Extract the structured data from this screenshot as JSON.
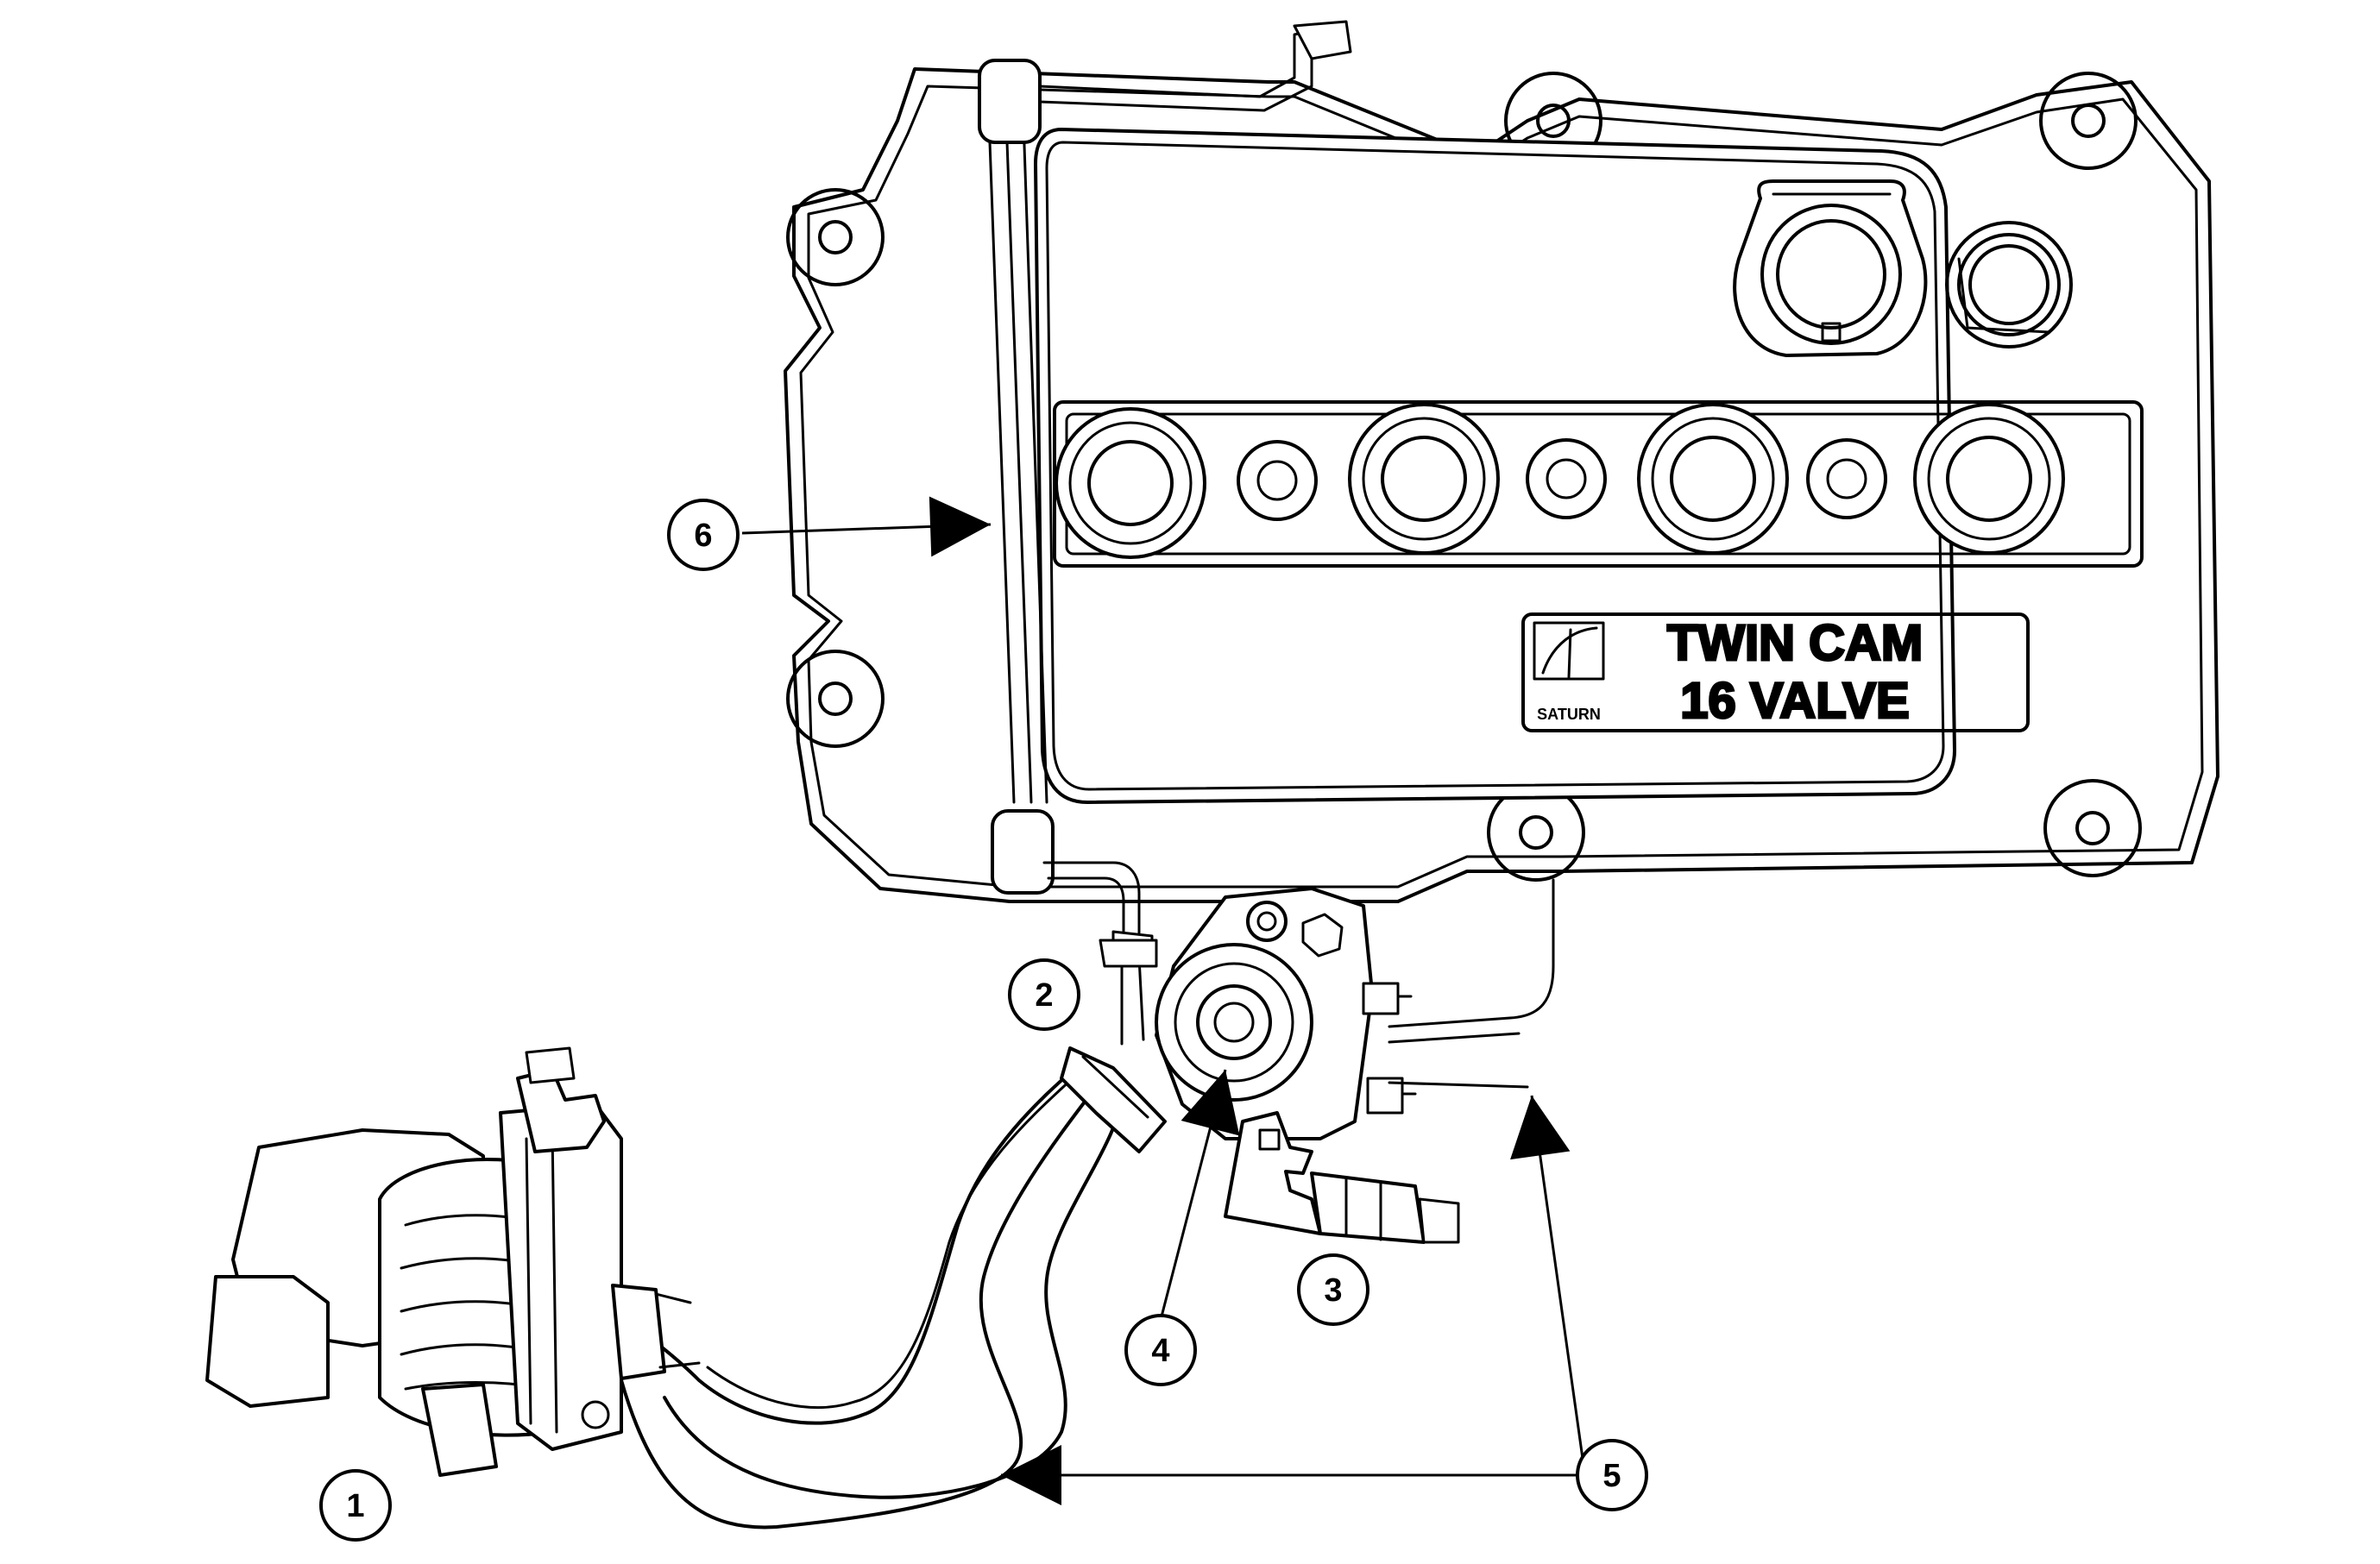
{
  "emblem": {
    "brand": "SATURN",
    "line1": "TWIN CAM",
    "line2": "16 VALVE"
  },
  "callouts": [
    {
      "id": "1",
      "label": "1"
    },
    {
      "id": "2",
      "label": "2"
    },
    {
      "id": "3",
      "label": "3"
    },
    {
      "id": "4",
      "label": "4"
    },
    {
      "id": "5",
      "label": "5"
    },
    {
      "id": "6",
      "label": "6"
    }
  ],
  "colors": {
    "line": "#000000",
    "fill": "#ffffff"
  }
}
